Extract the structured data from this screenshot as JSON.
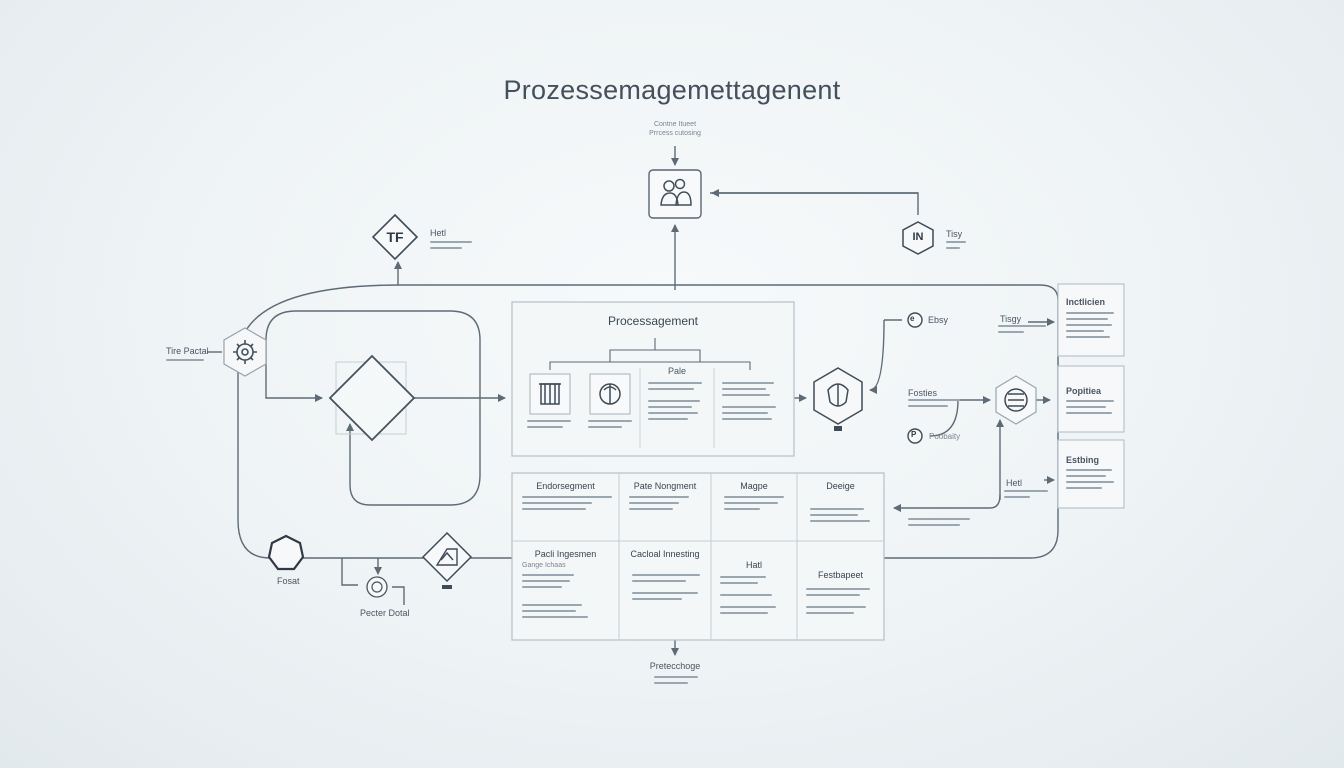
{
  "title": "Prozessemagemettagenent",
  "top_node": {
    "label": "Contne Itueet",
    "sub": "Prrcess cutosing"
  },
  "tf_node": {
    "icon_text": "TF",
    "label": "Hetl"
  },
  "in_node": {
    "icon_text": "IN",
    "label": "Tisy"
  },
  "left_node": {
    "label": "Tire Pactal"
  },
  "bottom_left_node": {
    "label": "Fosat"
  },
  "bottom_mid_node": {
    "label": "Pecter Dotal"
  },
  "process_box": {
    "title": "Processagement",
    "col3_label": "Pale"
  },
  "grid": {
    "row1": [
      "Endorsegment",
      "Pate Nongment",
      "Magpe",
      "Deeige"
    ],
    "row2": [
      "Pacli Ingesmen",
      "Cacloal Innesting",
      "Hatl",
      "Festbapeet"
    ],
    "row2_sub": "Gange Ichaas"
  },
  "grid_bottom_label": "Pretecchoge",
  "right": {
    "e_label": "Ebsy",
    "p_label": "Poobaity",
    "fosties_label": "Fosties",
    "tisy_label": "Tisgy",
    "hetl_label": "Hetl",
    "card1": "Inctlicien",
    "card2": "Popitiea",
    "card3": "Estbing"
  }
}
